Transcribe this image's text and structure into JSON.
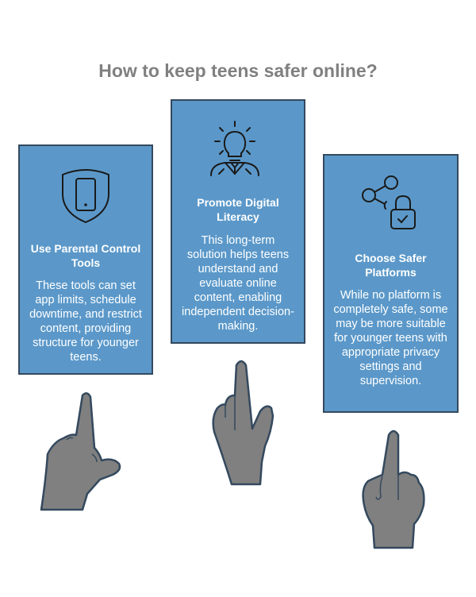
{
  "title": "How to keep teens safer online?",
  "colors": {
    "card_fill": "#5b98c9",
    "card_border": "#34495e",
    "hand_fill": "#808080",
    "hand_stroke": "#34495e",
    "title": "#808080"
  },
  "cards": [
    {
      "icon": "shield-phone-icon",
      "heading": "Use Parental Control Tools",
      "body": "These tools can set app limits, schedule downtime, and restrict content, providing structure for younger teens."
    },
    {
      "icon": "lightbulb-person-icon",
      "heading": "Promote Digital Literacy",
      "body": "This long-term solution helps teens understand and evaluate online content, enabling independent decision-making."
    },
    {
      "icon": "share-lock-icon",
      "heading": "Choose Safer Platforms",
      "body": "While no platform is completely safe, some may be more suitable for younger teens with appropriate privacy settings and supervision."
    }
  ]
}
